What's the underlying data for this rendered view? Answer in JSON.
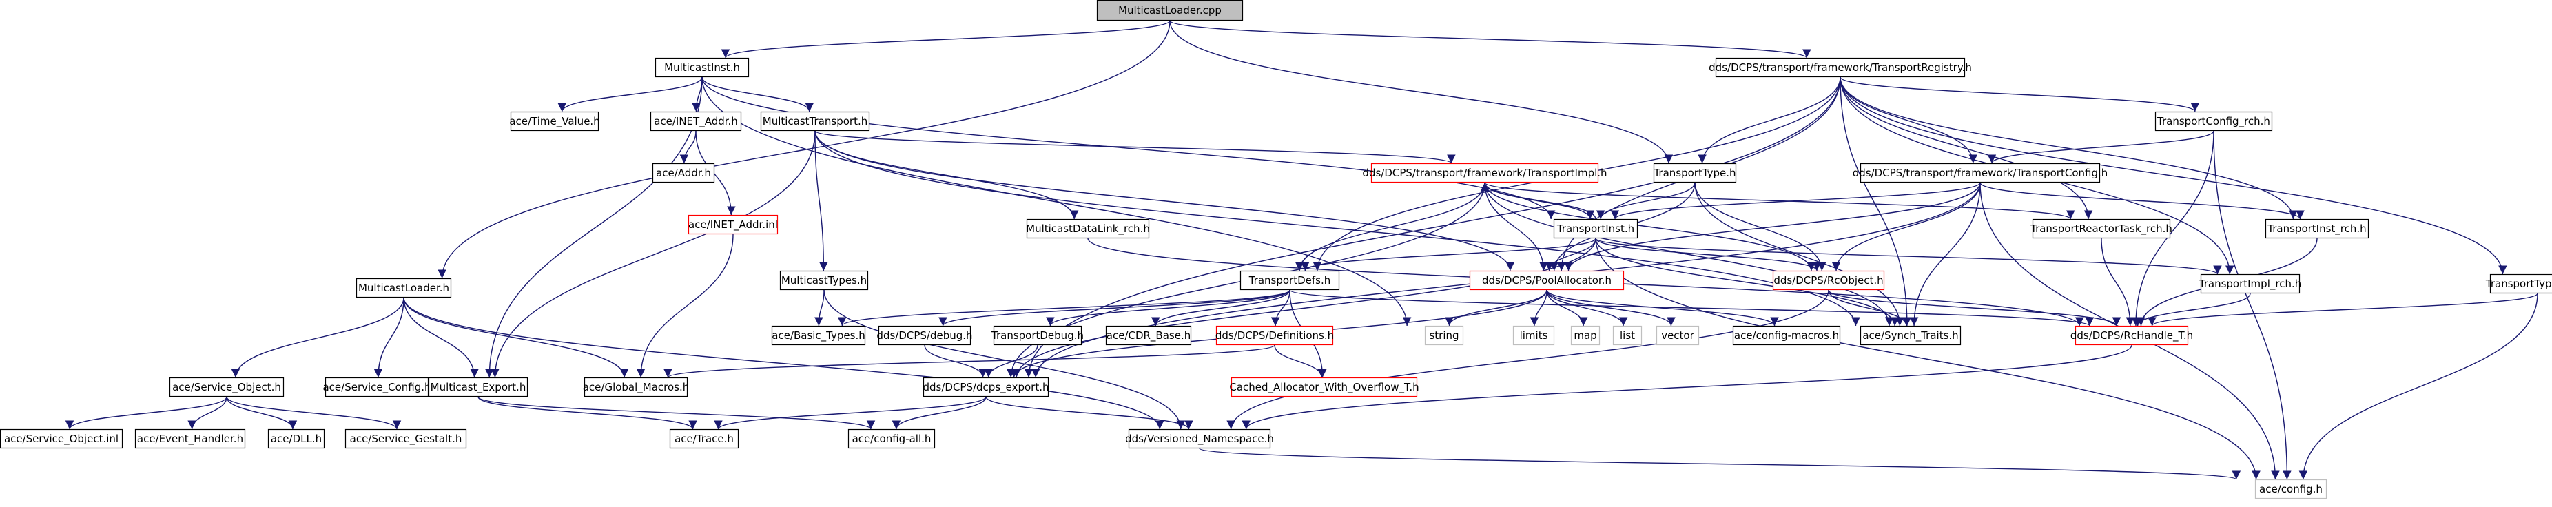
{
  "diagram": {
    "colors": {
      "edge": "#191970",
      "normal_border": "#000000",
      "truncated_border": "#ff0000",
      "external_border": "#bfbfbf",
      "root_fill": "#bfbfbf",
      "fill": "#ffffff"
    },
    "nodes": [
      {
        "id": "root",
        "label": "MulticastLoader.cpp",
        "kind": "root"
      },
      {
        "id": "minst",
        "label": "MulticastInst.h",
        "kind": "normal"
      },
      {
        "id": "registry",
        "label": "dds/DCPS/transport/framework/TransportRegistry.h",
        "kind": "normal"
      },
      {
        "id": "timev",
        "label": "ace/Time_Value.h",
        "kind": "normal"
      },
      {
        "id": "inetaddr",
        "label": "ace/INET_Addr.h",
        "kind": "normal"
      },
      {
        "id": "mtransport",
        "label": "MulticastTransport.h",
        "kind": "normal"
      },
      {
        "id": "addr",
        "label": "ace/Addr.h",
        "kind": "normal"
      },
      {
        "id": "inetinl",
        "label": "ace/INET_Addr.inl",
        "kind": "truncated"
      },
      {
        "id": "impl",
        "label": "dds/DCPS/transport/framework/TransportImpl.h",
        "kind": "truncated"
      },
      {
        "id": "ttype",
        "label": "TransportType.h",
        "kind": "normal"
      },
      {
        "id": "tconfig",
        "label": "dds/DCPS/transport/framework/TransportConfig.h",
        "kind": "normal"
      },
      {
        "id": "tconfigrch",
        "label": "TransportConfig_rch.h",
        "kind": "normal"
      },
      {
        "id": "ttyperch",
        "label": "TransportType_rch.h",
        "kind": "normal"
      },
      {
        "id": "mdl",
        "label": "MulticastDataLink_rch.h",
        "kind": "normal"
      },
      {
        "id": "tinst",
        "label": "TransportInst.h",
        "kind": "normal"
      },
      {
        "id": "reactor",
        "label": "TransportReactorTask_rch.h",
        "kind": "normal"
      },
      {
        "id": "tinstrch",
        "label": "TransportInst_rch.h",
        "kind": "normal"
      },
      {
        "id": "mtypes",
        "label": "MulticastTypes.h",
        "kind": "normal"
      },
      {
        "id": "tdefs",
        "label": "TransportDefs.h",
        "kind": "normal"
      },
      {
        "id": "pool",
        "label": "dds/DCPS/PoolAllocator.h",
        "kind": "truncated"
      },
      {
        "id": "rcobj",
        "label": "dds/DCPS/RcObject.h",
        "kind": "truncated"
      },
      {
        "id": "timplrch",
        "label": "TransportImpl_rch.h",
        "kind": "normal"
      },
      {
        "id": "mloader",
        "label": "MulticastLoader.h",
        "kind": "normal"
      },
      {
        "id": "basic",
        "label": "ace/Basic_Types.h",
        "kind": "normal"
      },
      {
        "id": "debug",
        "label": "dds/DCPS/debug.h",
        "kind": "normal"
      },
      {
        "id": "tdebug",
        "label": "TransportDebug.h",
        "kind": "normal"
      },
      {
        "id": "cdr",
        "label": "ace/CDR_Base.h",
        "kind": "normal"
      },
      {
        "id": "defs",
        "label": "dds/DCPS/Definitions.h",
        "kind": "truncated"
      },
      {
        "id": "string",
        "label": "string",
        "kind": "external"
      },
      {
        "id": "limits",
        "label": "limits",
        "kind": "external"
      },
      {
        "id": "map",
        "label": "map",
        "kind": "external"
      },
      {
        "id": "list",
        "label": "list",
        "kind": "external"
      },
      {
        "id": "vector",
        "label": "vector",
        "kind": "external"
      },
      {
        "id": "cfgmacros",
        "label": "ace/config-macros.h",
        "kind": "normal"
      },
      {
        "id": "synch",
        "label": "ace/Synch_Traits.h",
        "kind": "normal"
      },
      {
        "id": "rchandle",
        "label": "dds/DCPS/RcHandle_T.h",
        "kind": "truncated"
      },
      {
        "id": "svcobj",
        "label": "ace/Service_Object.h",
        "kind": "normal"
      },
      {
        "id": "svccfg",
        "label": "ace/Service_Config.h",
        "kind": "normal"
      },
      {
        "id": "mexport",
        "label": "Multicast_Export.h",
        "kind": "normal"
      },
      {
        "id": "globalm",
        "label": "ace/Global_Macros.h",
        "kind": "normal"
      },
      {
        "id": "dcpsexport",
        "label": "dds/DCPS/dcps_export.h",
        "kind": "normal"
      },
      {
        "id": "cached",
        "label": "Cached_Allocator_With_Overflow_T.h",
        "kind": "truncated"
      },
      {
        "id": "svcobjinl",
        "label": "ace/Service_Object.inl",
        "kind": "normal"
      },
      {
        "id": "evh",
        "label": "ace/Event_Handler.h",
        "kind": "normal"
      },
      {
        "id": "dll",
        "label": "ace/DLL.h",
        "kind": "normal"
      },
      {
        "id": "gestalt",
        "label": "ace/Service_Gestalt.h",
        "kind": "normal"
      },
      {
        "id": "trace",
        "label": "ace/Trace.h",
        "kind": "normal"
      },
      {
        "id": "cfgall",
        "label": "ace/config-all.h",
        "kind": "normal"
      },
      {
        "id": "versioned",
        "label": "dds/Versioned_Namespace.h",
        "kind": "normal"
      },
      {
        "id": "acecfg",
        "label": "ace/config.h",
        "kind": "external"
      }
    ],
    "edges": [
      [
        "root",
        "minst"
      ],
      [
        "root",
        "registry"
      ],
      [
        "root",
        "ttype"
      ],
      [
        "root",
        "mloader"
      ],
      [
        "minst",
        "timev"
      ],
      [
        "minst",
        "inetaddr"
      ],
      [
        "minst",
        "mtransport"
      ],
      [
        "minst",
        "tinst"
      ],
      [
        "minst",
        "mexport"
      ],
      [
        "minst",
        "string"
      ],
      [
        "inetaddr",
        "addr"
      ],
      [
        "inetaddr",
        "inetinl"
      ],
      [
        "inetinl",
        "globalm"
      ],
      [
        "mtransport",
        "impl"
      ],
      [
        "mtransport",
        "mdl"
      ],
      [
        "mtransport",
        "mtypes"
      ],
      [
        "mtransport",
        "mexport"
      ],
      [
        "mtransport",
        "pool"
      ],
      [
        "mtransport",
        "synch"
      ],
      [
        "registry",
        "ttype"
      ],
      [
        "registry",
        "tconfig"
      ],
      [
        "registry",
        "tconfigrch"
      ],
      [
        "registry",
        "ttyperch"
      ],
      [
        "registry",
        "tdefs"
      ],
      [
        "registry",
        "pool"
      ],
      [
        "registry",
        "reactor"
      ],
      [
        "registry",
        "tinstrch"
      ],
      [
        "registry",
        "timplrch"
      ],
      [
        "registry",
        "synch"
      ],
      [
        "registry",
        "dcpsexport"
      ],
      [
        "ttype",
        "tinst"
      ],
      [
        "ttype",
        "rcobj"
      ],
      [
        "ttype",
        "pool"
      ],
      [
        "ttype",
        "synch"
      ],
      [
        "tconfig",
        "tinst"
      ],
      [
        "tconfig",
        "tinstrch"
      ],
      [
        "tconfig",
        "pool"
      ],
      [
        "tconfig",
        "rcobj"
      ],
      [
        "tconfig",
        "synch"
      ],
      [
        "tconfig",
        "dcpsexport"
      ],
      [
        "tconfig",
        "acecfg"
      ],
      [
        "tconfigrch",
        "tconfig"
      ],
      [
        "tconfigrch",
        "rchandle"
      ],
      [
        "tconfigrch",
        "acecfg"
      ],
      [
        "ttyperch",
        "rchandle"
      ],
      [
        "ttyperch",
        "acecfg"
      ],
      [
        "impl",
        "tinst"
      ],
      [
        "impl",
        "tdefs"
      ],
      [
        "impl",
        "pool"
      ],
      [
        "impl",
        "rcobj"
      ],
      [
        "impl",
        "reactor"
      ],
      [
        "impl",
        "synch"
      ],
      [
        "impl",
        "dcpsexport"
      ],
      [
        "tinst",
        "impl"
      ],
      [
        "tinst",
        "tdefs"
      ],
      [
        "tinst",
        "pool"
      ],
      [
        "tinst",
        "rcobj"
      ],
      [
        "tinst",
        "timplrch"
      ],
      [
        "tinst",
        "synch"
      ],
      [
        "tinst",
        "dcpsexport"
      ],
      [
        "tinst",
        "acecfg"
      ],
      [
        "mdl",
        "rchandle"
      ],
      [
        "reactor",
        "rchandle"
      ],
      [
        "tinstrch",
        "rchandle"
      ],
      [
        "timplrch",
        "rchandle"
      ],
      [
        "mtypes",
        "basic"
      ],
      [
        "mtypes",
        "versioned"
      ],
      [
        "tdefs",
        "basic"
      ],
      [
        "tdefs",
        "debug"
      ],
      [
        "tdefs",
        "tdebug"
      ],
      [
        "tdefs",
        "cdr"
      ],
      [
        "tdefs",
        "defs"
      ],
      [
        "tdefs",
        "cached"
      ],
      [
        "tdefs",
        "rchandle"
      ],
      [
        "pool",
        "string"
      ],
      [
        "pool",
        "limits"
      ],
      [
        "pool",
        "map"
      ],
      [
        "pool",
        "list"
      ],
      [
        "pool",
        "vector"
      ],
      [
        "pool",
        "cfgmacros"
      ],
      [
        "pool",
        "dcpsexport"
      ],
      [
        "rcobj",
        "synch"
      ],
      [
        "rcobj",
        "rchandle"
      ],
      [
        "rcobj",
        "versioned"
      ],
      [
        "rchandle",
        "versioned"
      ],
      [
        "debug",
        "dcpsexport"
      ],
      [
        "tdebug",
        "dcpsexport"
      ],
      [
        "defs",
        "cached"
      ],
      [
        "defs",
        "globalm"
      ],
      [
        "mloader",
        "svcobj"
      ],
      [
        "mloader",
        "svccfg"
      ],
      [
        "mloader",
        "mexport"
      ],
      [
        "mloader",
        "globalm"
      ],
      [
        "mloader",
        "versioned"
      ],
      [
        "svcobj",
        "svcobjinl"
      ],
      [
        "svcobj",
        "evh"
      ],
      [
        "svcobj",
        "dll"
      ],
      [
        "svcobj",
        "gestalt"
      ],
      [
        "mexport",
        "trace"
      ],
      [
        "mexport",
        "cfgall"
      ],
      [
        "dcpsexport",
        "trace"
      ],
      [
        "dcpsexport",
        "cfgall"
      ],
      [
        "dcpsexport",
        "versioned"
      ],
      [
        "versioned",
        "acecfg"
      ]
    ]
  }
}
